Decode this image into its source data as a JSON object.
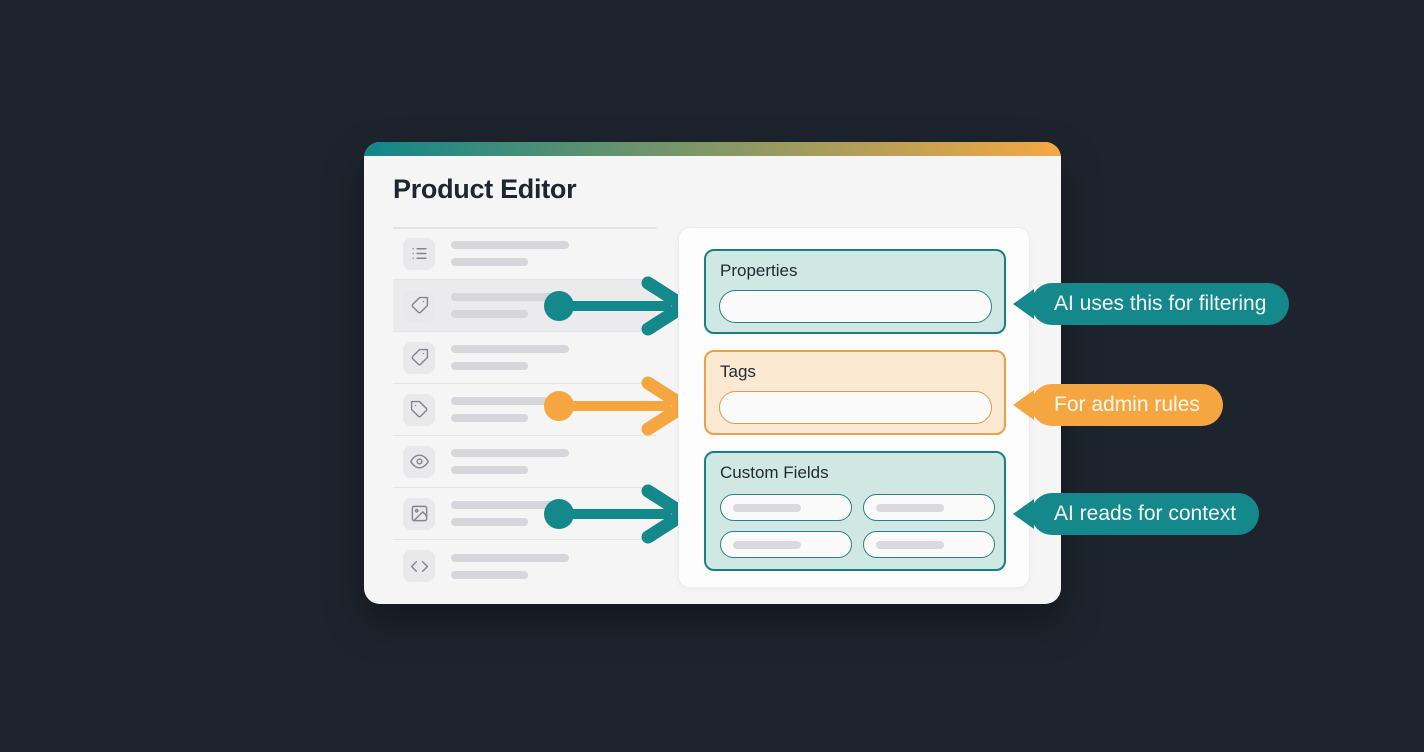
{
  "title": "Product Editor",
  "sidebar": {
    "rows": [
      {
        "icon": "list-icon",
        "highlighted": false,
        "arrow": ""
      },
      {
        "icon": "tag-icon",
        "highlighted": true,
        "arrow": "teal"
      },
      {
        "icon": "tag-icon",
        "highlighted": false,
        "arrow": ""
      },
      {
        "icon": "tag-icon",
        "highlighted": false,
        "arrow": "orange"
      },
      {
        "icon": "eye-icon",
        "highlighted": false,
        "arrow": ""
      },
      {
        "icon": "image-icon",
        "highlighted": false,
        "arrow": "teal"
      },
      {
        "icon": "code-icon",
        "highlighted": false,
        "arrow": ""
      }
    ]
  },
  "editor_panel": {
    "sections": [
      {
        "label": "Properties",
        "theme": "teal",
        "inputs": 1
      },
      {
        "label": "Tags",
        "theme": "orange",
        "inputs": 1
      },
      {
        "label": "Custom Fields",
        "theme": "teal",
        "inputs": 4
      }
    ]
  },
  "callouts": [
    {
      "text": "AI uses this for filtering",
      "theme": "teal"
    },
    {
      "text": "For admin rules",
      "theme": "orange"
    },
    {
      "text": "AI reads for context",
      "theme": "teal"
    }
  ],
  "colors": {
    "page_bg": "#1e242d",
    "card_bg": "#f5f5f6",
    "gradient_start": "#118689",
    "gradient_end": "#f5a843",
    "teal": "#14888a",
    "orange": "#f5a640",
    "teal_fill": "#cfe8e3",
    "teal_border": "#1b7f81",
    "orange_fill": "#fce9d2",
    "orange_border": "#e9a04b",
    "skeleton": "#d6d6db"
  }
}
